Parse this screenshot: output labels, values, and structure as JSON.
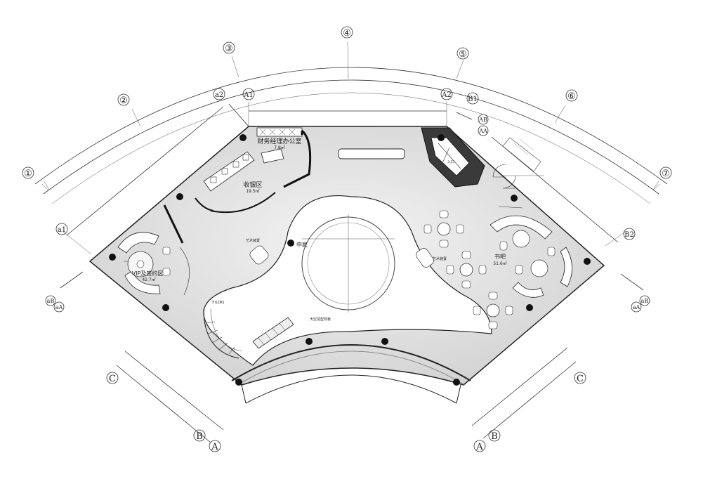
{
  "rooms": {
    "finance_office": {
      "name": "财务经理办公室",
      "area": "7.8㎡"
    },
    "cashier": {
      "name": "收银区",
      "area": "19.5㎡"
    },
    "vip": {
      "name": "VIP及签约区",
      "area": "42.7㎡"
    },
    "bar": {
      "name": "书吧",
      "area": "51.6㎡"
    },
    "courtyard": {
      "name": "中庭"
    },
    "art_left": {
      "name": "艺术装置"
    },
    "art_right": {
      "name": "艺术装置"
    },
    "stair_note": {
      "name": "下(LDK)"
    },
    "facade_note": {
      "name": "大空造型背板"
    },
    "door_label": {
      "name": "入口"
    }
  },
  "axes": {
    "radial": [
      "①",
      "②",
      "③",
      "④",
      "⑤",
      "⑥",
      "⑦"
    ],
    "A1": "A1",
    "A2": "A2",
    "B1": "B1",
    "B2": "B2",
    "a1": "a1",
    "a2": "a2",
    "AB": "AB",
    "AA": "AA",
    "aB_left": "aB",
    "aA_left": "aA",
    "aA_right": "aA",
    "aB_right": "aB",
    "C_left": "C",
    "B_left": "B",
    "A_left": "A",
    "A_right": "A",
    "B_right": "B",
    "C_right": "C"
  },
  "colors": {
    "floor": "#e6e6e6",
    "wall": "#1a1a1a",
    "line": "#333333",
    "courtyard": "#ffffff"
  }
}
